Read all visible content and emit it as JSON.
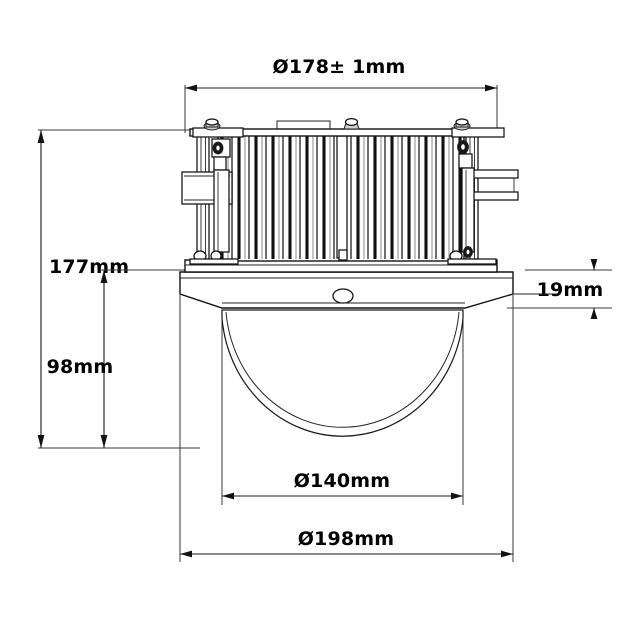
{
  "drawing": {
    "title": "Camera Dome Dimensional Drawing",
    "units": "mm",
    "background_color": "#ffffff",
    "line_color": "#111111",
    "view": "front elevation / section"
  },
  "dimensions": {
    "top_width": {
      "label": "Ø178± 1mm",
      "name": "housing-outer-diameter",
      "value": 178,
      "tolerance": 1,
      "symbol": "Ø",
      "orientation": "horizontal",
      "position": "top"
    },
    "overall_height": {
      "label": "177mm",
      "name": "overall-height",
      "value": 177,
      "orientation": "vertical",
      "position": "left-outer"
    },
    "dome_height": {
      "label": "98mm",
      "name": "dome-height",
      "value": 98,
      "orientation": "vertical",
      "position": "left-inner"
    },
    "flange_height": {
      "label": "19mm",
      "name": "flange-thickness",
      "value": 19,
      "orientation": "vertical",
      "position": "right"
    },
    "dome_diameter": {
      "label": "Ø140mm",
      "name": "dome-diameter",
      "value": 140,
      "symbol": "Ø",
      "orientation": "horizontal",
      "position": "bottom-inner"
    },
    "trim_diameter": {
      "label": "Ø198mm",
      "name": "trim-ring-diameter",
      "value": 198,
      "symbol": "Ø",
      "orientation": "horizontal",
      "position": "bottom-outer"
    }
  },
  "parts": {
    "heatsink": {
      "name": "finned-heatsink-body",
      "fin_count": 24
    },
    "flange": {
      "name": "mounting-flange"
    },
    "dome": {
      "name": "acrylic-dome-bubble"
    },
    "left_bracket": {
      "name": "left-mounting-bracket"
    },
    "right_bracket": {
      "name": "right-mounting-bracket"
    },
    "top_boss": {
      "name": "top-center-boss"
    },
    "top_plate_label": {
      "name": "top-plate-outline"
    },
    "flange_nub": {
      "name": "flange-center-nub"
    }
  }
}
